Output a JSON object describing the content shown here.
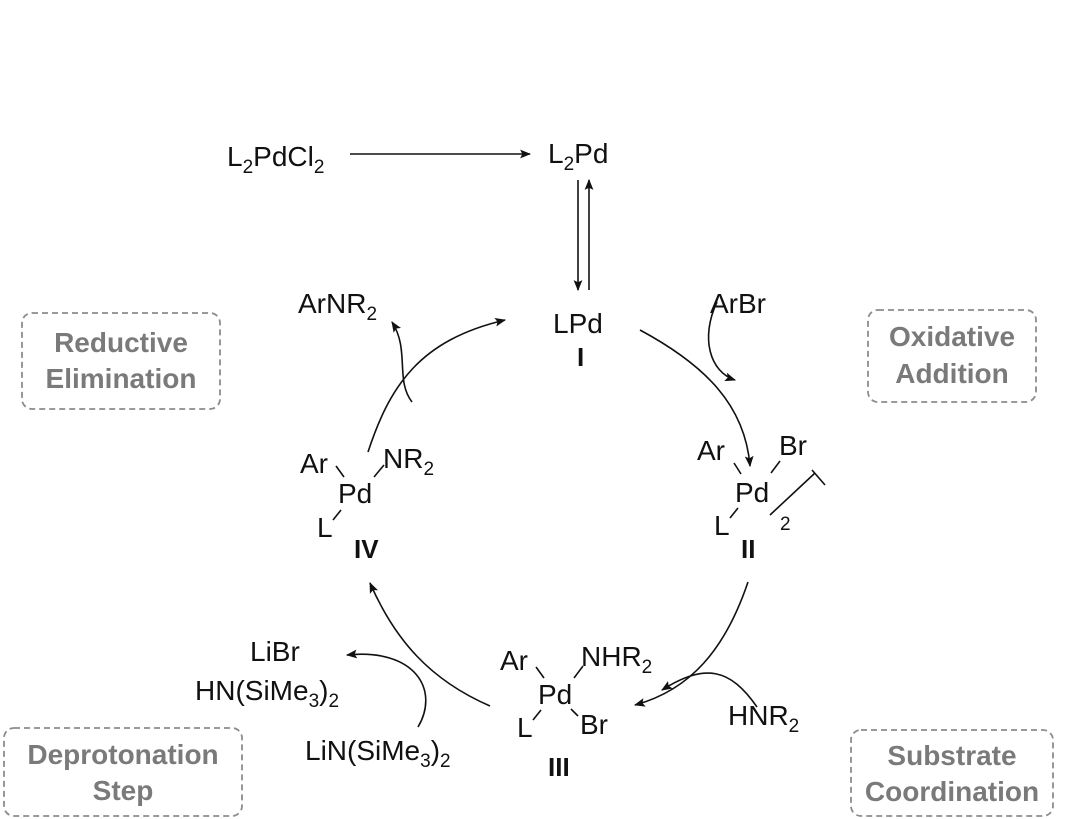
{
  "species": {
    "precatalyst": {
      "main": "L",
      "sub1": "2",
      "mid": "PdCl",
      "sub2": "2"
    },
    "l2pd": {
      "main": "L",
      "sub1": "2",
      "mid": "Pd"
    },
    "lpd": {
      "label": "LPd",
      "number": "I"
    },
    "arbr": {
      "label": "ArBr"
    },
    "arnr2": {
      "main": "ArNR",
      "sub": "2"
    },
    "complex_ii": {
      "ar": "Ar",
      "br": "Br",
      "pd": "Pd",
      "l": "L",
      "dimer": "2",
      "number": "II"
    },
    "complex_iii": {
      "ar": "Ar",
      "nhr": "NHR",
      "nhr_sub": "2",
      "pd": "Pd",
      "l": "L",
      "br": "Br",
      "number": "III"
    },
    "complex_iv": {
      "ar": "Ar",
      "nr": "NR",
      "nr_sub": "2",
      "pd": "Pd",
      "l": "L",
      "number": "IV"
    },
    "hnr2": {
      "main": "HNR",
      "sub": "2"
    },
    "libr": {
      "label": "LiBr"
    },
    "hmds": {
      "pre": "HN(SiMe",
      "sub1": "3",
      "mid": ")",
      "sub2": "2"
    },
    "lihmds": {
      "pre": "LiN(SiMe",
      "sub1": "3",
      "mid": ")",
      "sub2": "2"
    }
  },
  "steps": {
    "reductive_elimination": [
      "Reductive",
      "Elimination"
    ],
    "oxidative_addition": [
      "Oxidative",
      "Addition"
    ],
    "deprotonation": [
      "Deprotonation",
      "Step"
    ],
    "substrate_coordination": [
      "Substrate",
      "Coordination"
    ]
  }
}
